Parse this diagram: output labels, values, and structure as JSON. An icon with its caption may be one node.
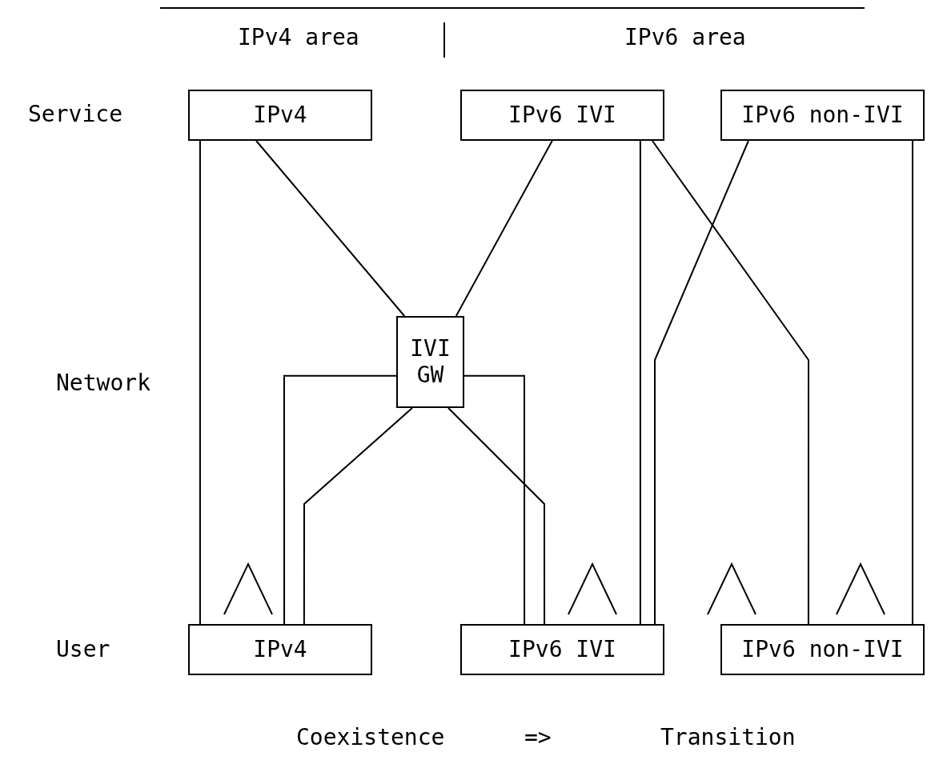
{
  "diagram": {
    "nodes": [
      {
        "text": [
          "IPv4"
        ]
      },
      {
        "text": [
          "IPv6 IVI"
        ]
      },
      {
        "text": [
          "IPv6 non-IVI"
        ]
      },
      {
        "text": [
          "IVI GW"
        ]
      },
      {
        "text": [
          "IPv4"
        ]
      },
      {
        "text": [
          "IPv6 IVI"
        ]
      },
      {
        "text": [
          "IPv6 non-IVI"
        ]
      }
    ],
    "edges": [
      {
        "from": 0,
        "to": 4,
        "arrow": "none"
      },
      {
        "from": 0,
        "to": 3,
        "arrow": "none"
      },
      {
        "from": 1,
        "to": 3,
        "arrow": "none"
      },
      {
        "from": 3,
        "to": 4,
        "arrow": "none"
      },
      {
        "from": 3,
        "to": 5,
        "arrow": "none"
      },
      {
        "from": 3,
        "to": 4,
        "arrow": "none"
      },
      {
        "from": 3,
        "to": 5,
        "arrow": "none"
      },
      {
        "from": 1,
        "to": 5,
        "arrow": "none"
      },
      {
        "from": 1,
        "to": 6,
        "arrow": "none"
      },
      {
        "from": 2,
        "to": 5,
        "arrow": "none"
      },
      {
        "from": 2,
        "to": 6,
        "arrow": "none"
      }
    ],
    "labels": [
      "IPv4 area",
      "IPv6 area",
      "Service",
      "Network",
      "User",
      "Coexistence",
      "=>",
      "Transition"
    ]
  }
}
